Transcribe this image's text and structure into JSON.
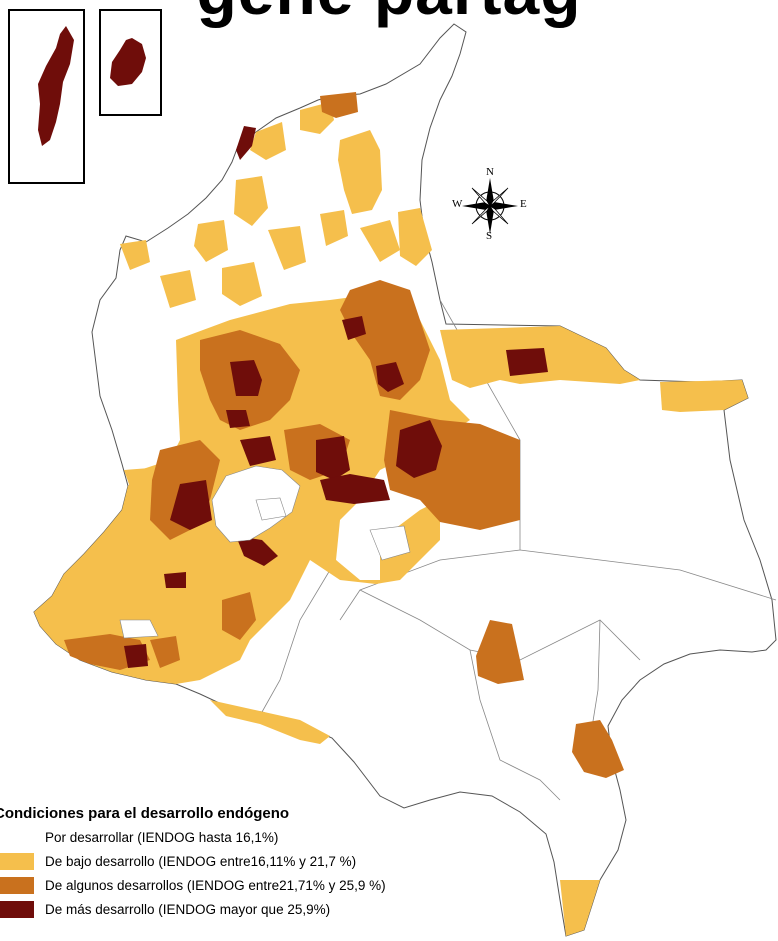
{
  "title_fragment": "gene  partag",
  "compass": {
    "north": "N",
    "south": "S",
    "east": "E",
    "west": "W"
  },
  "legend": {
    "title": "Condiciones para el desarrollo endógeno",
    "items": [
      {
        "label": "Por desarrollar (IENDOG hasta 16,1%)",
        "color": "#ffffff"
      },
      {
        "label": "De bajo desarrollo (IENDOG entre16,11% y 21,7 %)",
        "color": "#f5bf4c"
      },
      {
        "label": "De algunos desarrollos (IENDOG entre21,71% y 25,9 %)",
        "color": "#c9711e"
      },
      {
        "label": "De más desarrollo (IENDOG mayor que 25,9%)",
        "color": "#6f0d0a"
      }
    ]
  },
  "colors": {
    "outline": "#555555",
    "inset_frame": "#000000"
  }
}
